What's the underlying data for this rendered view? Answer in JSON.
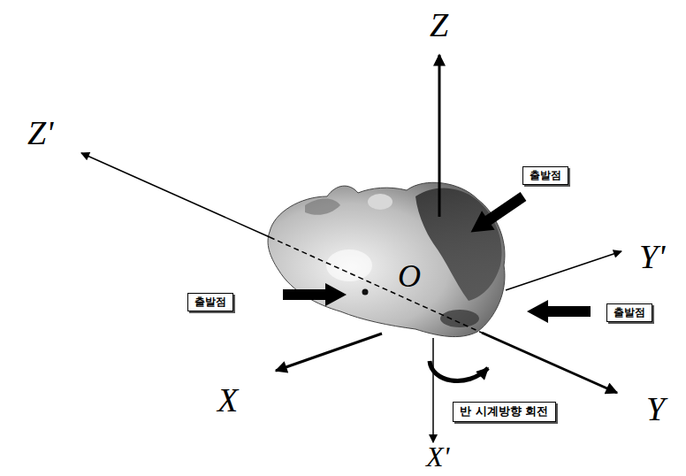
{
  "diagram": {
    "nodes": [
      {
        "text": [
          "출발점"
        ]
      },
      {
        "text": [
          "출발점"
        ]
      },
      {
        "text": [
          "출발점"
        ]
      },
      {
        "text": [
          "반 시계방향 회전"
        ]
      }
    ],
    "labels": [
      "Z",
      "Z'",
      "Y'",
      "O",
      "X",
      "Y",
      "X'"
    ]
  }
}
